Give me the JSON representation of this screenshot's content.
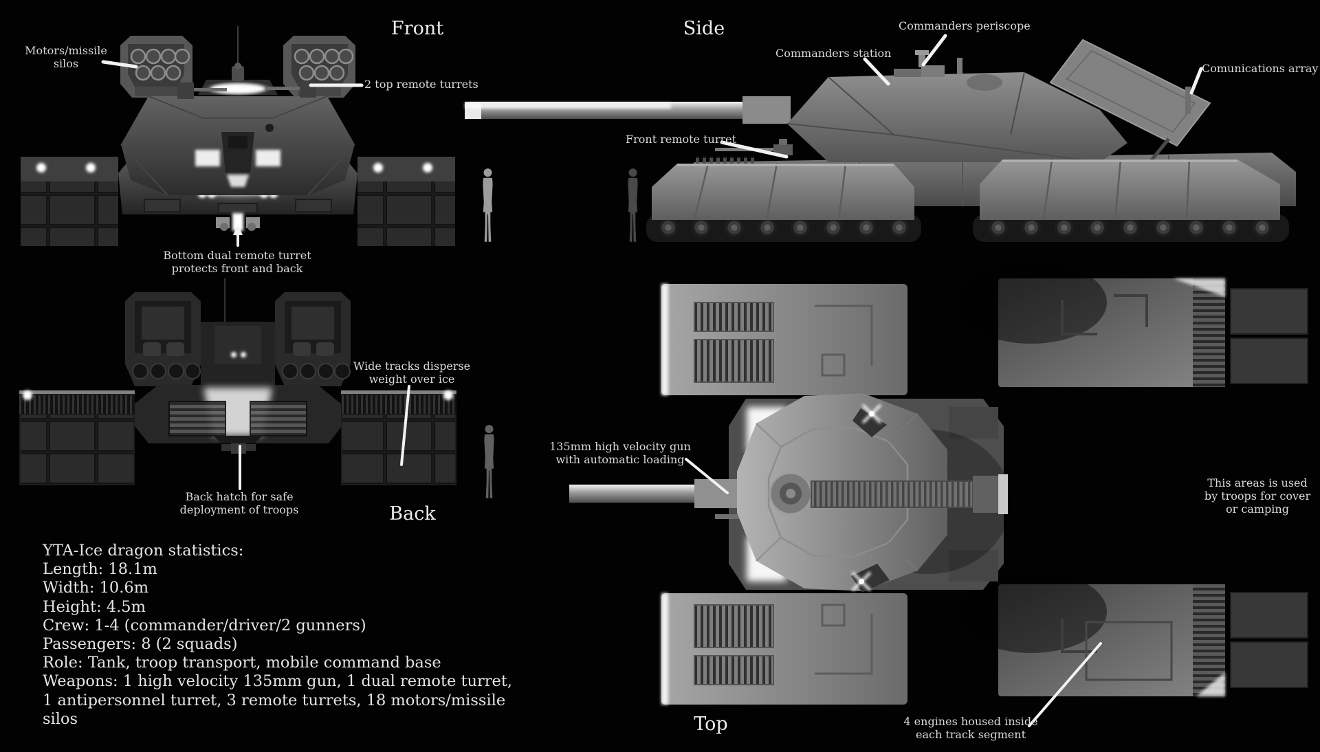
{
  "meta": {
    "background_color": "#000000",
    "label_color": "#dcdad6",
    "leader_line_color": "#f2f2f2",
    "render_style": "grayscale 3d model"
  },
  "views": {
    "front": {
      "title": "Front"
    },
    "side": {
      "title": "Side"
    },
    "back": {
      "title": "Back"
    },
    "top": {
      "title": "Top"
    }
  },
  "labels": {
    "motors_missile_silos": "Motors/missile\nsilos",
    "two_top_remote_turrets": "2 top remote turrets",
    "bottom_dual_remote_turret": "Bottom dual remote turret\nprotects front and back",
    "commanders_station": "Commanders station",
    "commanders_periscope": "Commanders periscope",
    "comunications_array": "Comunications array",
    "front_remote_turret": "Front remote turret",
    "wide_tracks": "Wide tracks disperse\nweight over ice",
    "back_hatch": "Back hatch for safe\ndeployment of troops",
    "gun_135mm": "135mm high velocity gun\nwith automatic loading",
    "troops_cover_area": "This areas is used\nby troops for cover\nor camping",
    "four_engines": "4 engines housed inside\neach track segment"
  },
  "stats": {
    "heading": "YTA-Ice dragon statistics:",
    "lines": [
      "Length: 18.1m",
      "Width: 10.6m",
      "Height: 4.5m",
      "Crew: 1-4 (commander/driver/2 gunners)",
      "Passengers: 8 (2 squads)",
      "Role: Tank, troop transport, mobile command base",
      "Weapons: 1 high velocity 135mm gun, 1 dual remote turret, 1 antipersonnel turret, 3 remote turrets, 18 motors/missile silos"
    ]
  }
}
